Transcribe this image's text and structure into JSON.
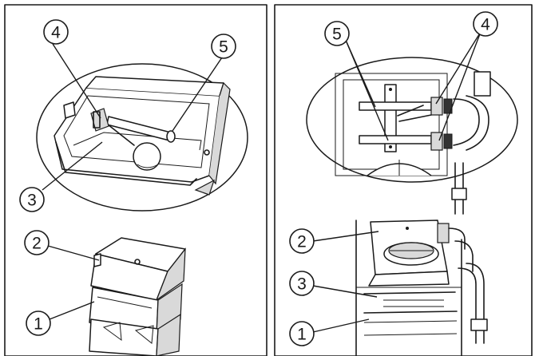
{
  "left_panel": {
    "callouts": {
      "c1": "1",
      "c2": "2",
      "c3": "3",
      "c4": "4",
      "c5": "5"
    }
  },
  "right_panel": {
    "callouts": {
      "c1": "1",
      "c2": "2",
      "c3": "3",
      "c4": "4",
      "c5": "5"
    }
  },
  "colors": {
    "line": "#1a1a1a",
    "shade": "#d9d9d9",
    "background": "#ffffff"
  }
}
